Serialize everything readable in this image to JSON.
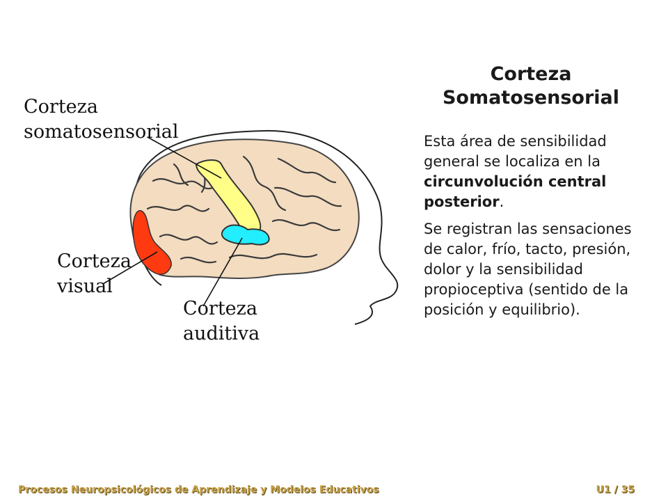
{
  "labels": {
    "somatosensory": [
      "Corteza",
      "somatosensorial"
    ],
    "visual": [
      "Corteza",
      "visual"
    ],
    "auditory": [
      "Corteza",
      "auditiva"
    ]
  },
  "panel": {
    "title_line1": "Corteza",
    "title_line2": "Somatosensorial",
    "p1_before": "Esta área de sensibilidad general se localiza en la ",
    "p1_bold": "circunvolución central posterior",
    "p1_after": ".",
    "p2": "Se registran las sensaciones de calor, frío, tacto, presión, dolor y la sensibilidad propioceptiva (sentido de la posición y equilibrio)."
  },
  "footer": {
    "course": "Procesos Neuropsicológicos de Aprendizaje y Modelos Educativos",
    "page": "U1 / 35"
  },
  "colors": {
    "brain_fill": "#f3dcc0",
    "somatosensory_area": "#ffff88",
    "visual_area": "#ff3a10",
    "auditory_area": "#22eeff",
    "footer_text": "#c8a24a"
  }
}
